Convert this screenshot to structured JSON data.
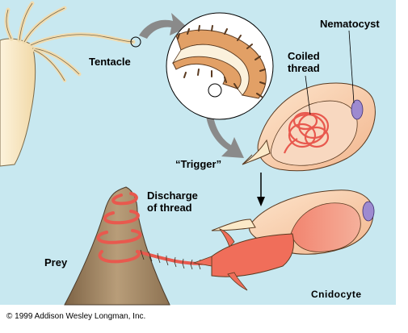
{
  "labels": {
    "tentacle": "Tentacle",
    "nematocyst": "Nematocyst",
    "coiled_line1": "Coiled",
    "coiled_line2": "thread",
    "trigger": "“Trigger”",
    "discharge_line1": "Discharge",
    "discharge_line2": "of thread",
    "prey": "Prey",
    "cnidocyte": "Cnidocyte"
  },
  "copyright": "© 1999 Addison Wesley Longman, Inc.",
  "colors": {
    "background_panel": "#c8e8f0",
    "body_beige": "#fbeccc",
    "cell_peach": "#f5c7a3",
    "thread_red": "#e8594e",
    "capsule_pink": "#f08070",
    "nucleus_purple": "#9d8ad0",
    "prey_brown": "#a08666",
    "tentacle_bands": "#d9a06a",
    "arrow_gray": "#8a8a8a"
  }
}
